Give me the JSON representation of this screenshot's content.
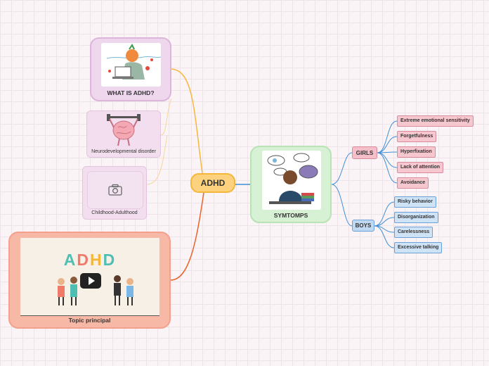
{
  "root": {
    "label": "ADHD"
  },
  "left_topics": {
    "what_is": {
      "label": "WHAT IS ADHD?",
      "image_icon": "person-at-laptop-illustration"
    },
    "neuro": {
      "label": "Neurodevelopmental disorder",
      "image_icon": "brain-lifting-weights-illustration"
    },
    "childhood": {
      "label": "Childhood-Adulthood",
      "image_icon": "camera-icon"
    },
    "topic": {
      "label": "Topic principal",
      "video_brand": "ADHD",
      "video_icon": "play-icon"
    }
  },
  "symptoms": {
    "label": "SYMTOMPS",
    "image_icon": "thinking-student-illustration",
    "girls": {
      "label": "GIRLS",
      "items": [
        "Extreme emotional sensitivity",
        "Forgetfulness",
        "Hyperfixation",
        "Lack of attention",
        "Avoidance"
      ]
    },
    "boys": {
      "label": "BOYS",
      "items": [
        "Risky behavior",
        "Disorganization",
        "Carelessness",
        "Excessive talking"
      ]
    }
  },
  "colors": {
    "root": "#fdd27e",
    "what_is": "#efd7ee",
    "topic": "#f8b8a6",
    "symptoms": "#d6f1d4",
    "girls": "#f5bfc9",
    "boys": "#bfd9f2",
    "line_yellow": "#f6b73c",
    "line_orange": "#e9632c",
    "line_blue": "#3f8fd6",
    "line_pale": "#f6d59a"
  }
}
